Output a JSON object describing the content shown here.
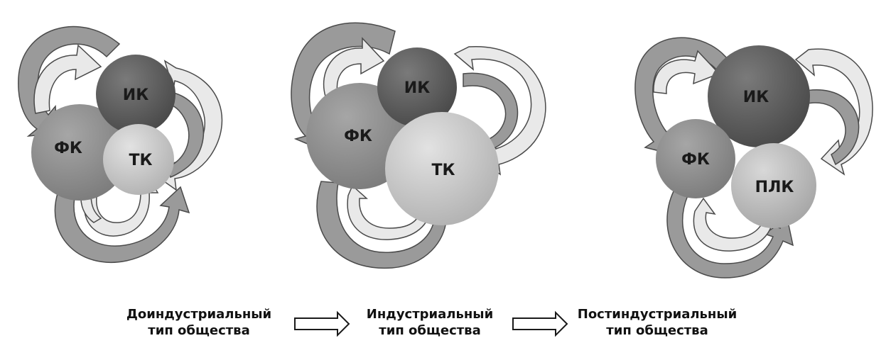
{
  "colors": {
    "ik": "#585858",
    "fk": "#8a8a8a",
    "tk": "#c2c2c2",
    "plk": "#b8b8b8",
    "arrow_dark": "#9a9a9a",
    "arrow_light": "#e9e9e9",
    "stroke": "#4a4a4a"
  },
  "stages": [
    {
      "circles": [
        {
          "id": "ik",
          "label": "ИК"
        },
        {
          "id": "fk",
          "label": "ФК"
        },
        {
          "id": "tk",
          "label": "ТК"
        }
      ],
      "caption": [
        "Доиндустриальный",
        "тип общества"
      ]
    },
    {
      "circles": [
        {
          "id": "ik",
          "label": "ИК"
        },
        {
          "id": "fk",
          "label": "ФК"
        },
        {
          "id": "tk",
          "label": "ТК"
        }
      ],
      "caption": [
        "Индустриальный",
        "тип общества"
      ]
    },
    {
      "circles": [
        {
          "id": "ik",
          "label": "ИК"
        },
        {
          "id": "fk",
          "label": "ФК"
        },
        {
          "id": "plk",
          "label": "ПЛК"
        }
      ],
      "caption": [
        "Постиндустриальный",
        "тип общества"
      ]
    }
  ]
}
